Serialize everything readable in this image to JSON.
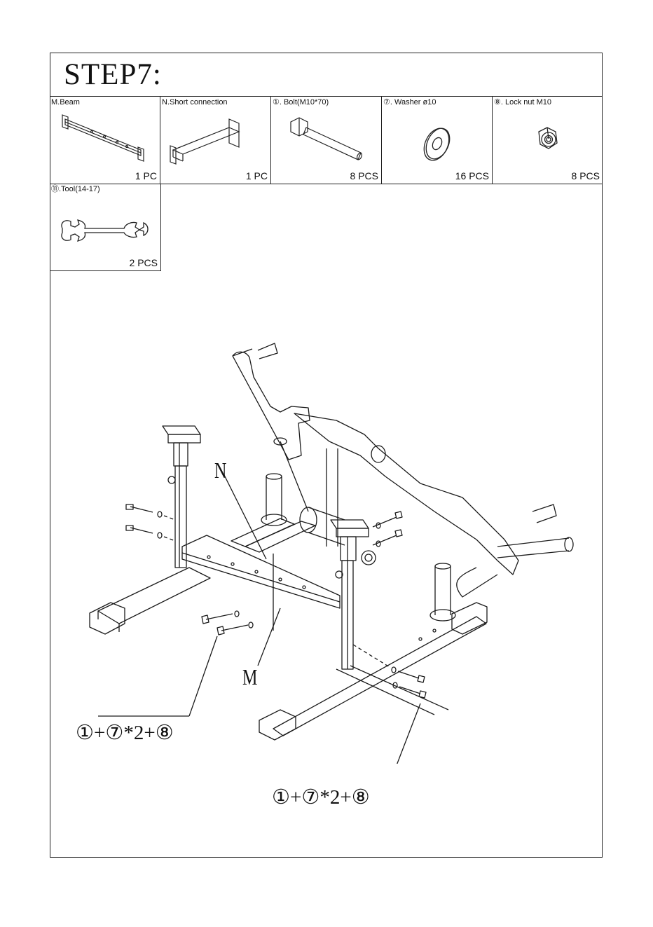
{
  "step_title": "STEP7:",
  "parts": [
    {
      "label": "M.Beam",
      "qty": "1 PC",
      "icon": "beam-icon"
    },
    {
      "label": "N.Short connection",
      "qty": "1 PC",
      "icon": "short-connection-icon"
    },
    {
      "label": "①. Bolt(M10*70)",
      "qty": "8 PCS",
      "icon": "bolt-icon"
    },
    {
      "label": "⑦. Washer ø10",
      "qty": "16 PCS",
      "icon": "washer-icon"
    },
    {
      "label": "⑧. Lock nut M10",
      "qty": "8 PCS",
      "icon": "lock-nut-icon"
    }
  ],
  "tool": {
    "label": "⑪.Tool(14-17)",
    "qty": "2 PCS",
    "icon": "wrench-icon"
  },
  "diagram": {
    "label_n": "N",
    "label_m": "M",
    "formula_left": "①+⑦*2+⑧",
    "formula_right": "①+⑦*2+⑧"
  }
}
